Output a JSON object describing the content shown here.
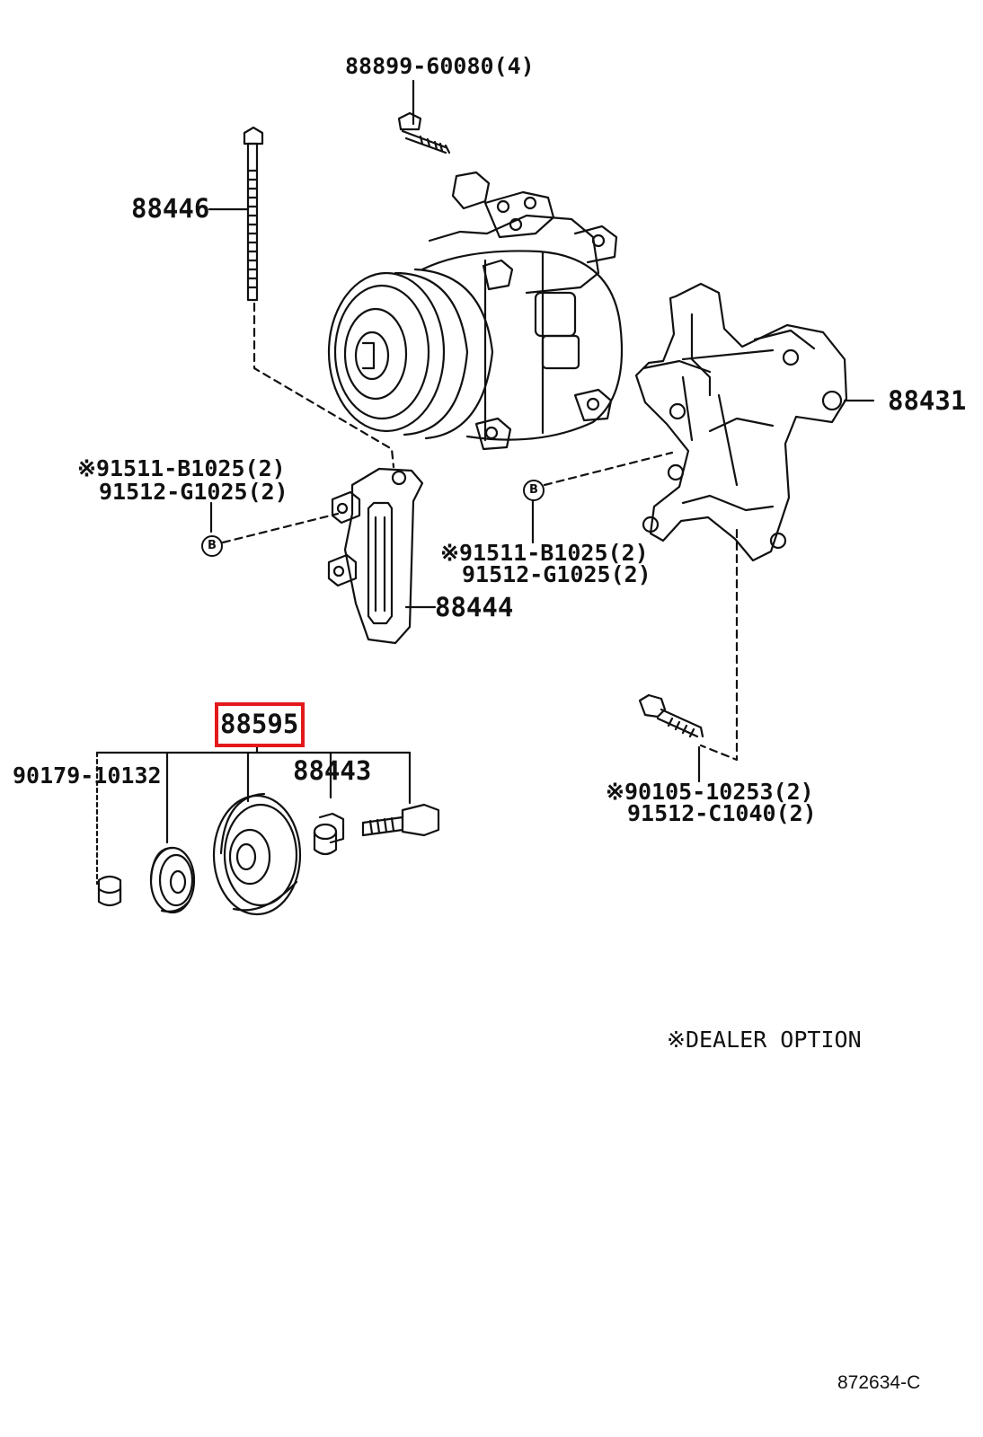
{
  "labels": {
    "p88899": "88899-60080(4)",
    "p88446": "88446",
    "p88431": "88431",
    "b_left_1": "※91511-B1025(2)",
    "b_left_2": "91512-G1025(2)",
    "b_right_1": "※91511-B1025(2)",
    "b_right_2": "91512-G1025(2)",
    "p88444": "88444",
    "p88595": "88595",
    "p90179": "90179-10132",
    "p88443": "88443",
    "p90105_1": "※90105-10253(2)",
    "p90105_2": "91512-C1040(2)",
    "dealer": "※DEALER OPTION",
    "figure_code": "872634-C"
  },
  "callout_marker": "B",
  "colors": {
    "line": "#111111",
    "highlight": "#e3191b",
    "background": "#ffffff"
  }
}
